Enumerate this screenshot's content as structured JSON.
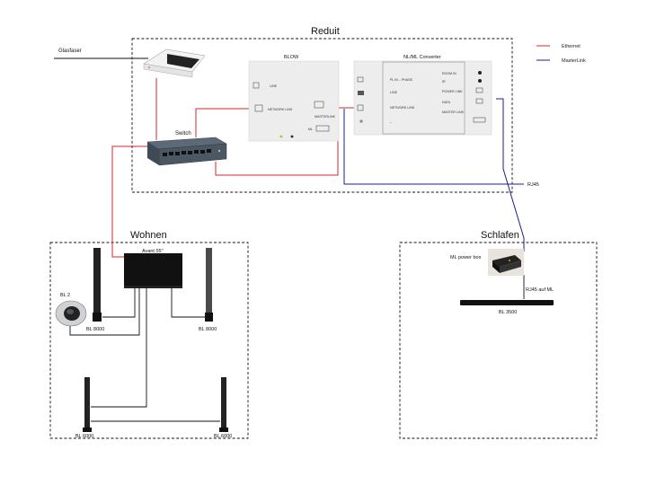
{
  "legend": {
    "ethernet": "Ethernet",
    "masterlink": "MasterLink",
    "ethernet_color": "#d9262b",
    "masterlink_color": "#1b1f8a"
  },
  "rooms": {
    "reduit": "Reduit",
    "wohnen": "Wohnen",
    "schlafen": "Schlafen"
  },
  "devices": {
    "glasfaser": "Glasfaser",
    "switch": "Switch",
    "blow": "BLOW",
    "nlml": "NL/ML Converter",
    "avant": "Avant 55\"",
    "bl2": "BL 2",
    "bl8000_left": "BL 8000",
    "bl8000_right": "BL 8000",
    "bl6000_left": "BL 6000",
    "bl6000_right": "BL 6000",
    "ml_power_box": "ML power box",
    "bl3500": "BL 3500"
  },
  "cables": {
    "rj45": "RJ45",
    "rj45_auf_ml": "RJ45 auf ML"
  },
  "blow_panel": {
    "ports": [
      "LINE",
      "NETWORK LINK",
      "MASTERLINK",
      "ML"
    ]
  },
  "nlml_panel": {
    "left_ports": [
      "PL IN – PHASE",
      "LINE",
      "NETWORK LINK",
      "–"
    ],
    "right_ports": [
      "ROOM IN",
      "IR",
      "POWER LINK",
      "DATA",
      "MASTER LINK"
    ]
  }
}
